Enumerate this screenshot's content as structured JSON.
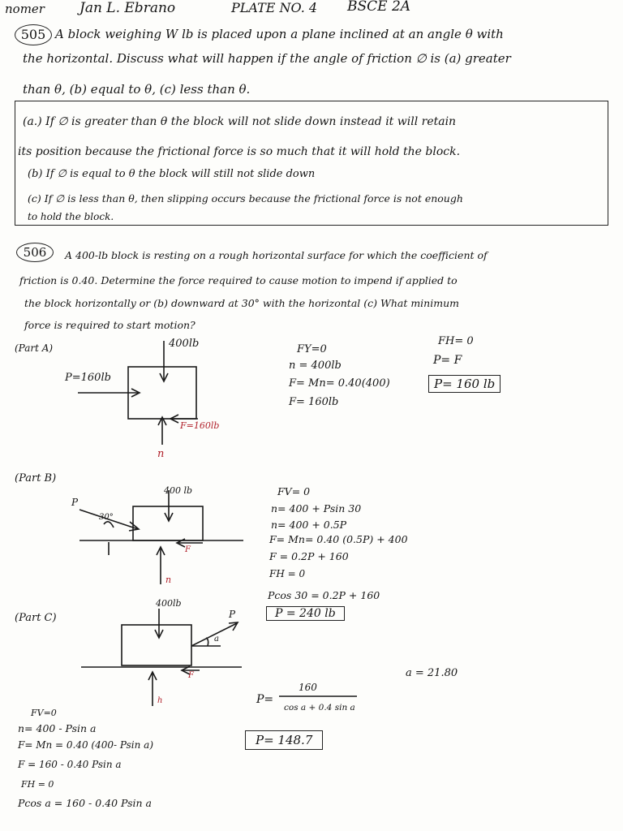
{
  "header": {
    "name_label": "nomer",
    "name": "Jan L. Ebrano",
    "plate": "PLATE NO. 4",
    "section": "BSCE 2A"
  },
  "p505": {
    "number": "505",
    "line1": "A block weighing W lb is placed upon a plane inclined at an angle θ with",
    "line2": "the horizontal. Discuss what will happen if the angle of friction ∅ is (a) greater",
    "line3": "than θ, (b) equal to θ, (c) less than θ.",
    "answer_a1": "(a.) If ∅ is greater than θ the block will not slide down instead it will retain",
    "answer_a2": "its position because the frictional force is so much that it will hold the block.",
    "answer_b": "(b) If ∅ is equal to θ the block will still not slide down",
    "answer_c1": "(c) If ∅ is less than θ, then slipping occurs because the frictional force is not enough",
    "answer_c2": "to hold the block."
  },
  "p506": {
    "number": "506",
    "line1": "A 400-lb block is resting on a rough horizontal surface for which the coefficient of",
    "line2": "friction is 0.40. Determine the force required to cause motion to impend if applied to",
    "line3": "the block horizontally or (b) downward at 30° with the horizontal (c) What minimum",
    "line4": "force is required to start motion?"
  },
  "partA": {
    "label": "(Part A)",
    "weight": "400lb",
    "p_label": "P=160lb",
    "f_label": "F=160lb",
    "n_label": "n",
    "eq1": "FY=0",
    "eq2": "n = 400lb",
    "eq3": "F= Mn= 0.40(400)",
    "eq4": "F= 160lb",
    "eq5": "FH= 0",
    "eq6": "P= F",
    "result": "P= 160 lb"
  },
  "partB": {
    "label": "(Part B)",
    "p_label": "P",
    "angle": "30°",
    "weight": "400 lb",
    "f_label": "F",
    "n_label": "n",
    "eq1": "FV= 0",
    "eq2": "n= 400 + Psin 30",
    "eq3": "n= 400 + 0.5P",
    "eq4": "F= Mn= 0.40 (0.5P) + 400",
    "eq5": "F = 0.2P + 160",
    "eq6": "FH = 0",
    "eq7": "Pcos 30 = 0.2P + 160",
    "result": "P = 240 lb"
  },
  "partC": {
    "label": "(Part C)",
    "weight": "400lb",
    "p_label": "P",
    "angle": "a",
    "f_label": "F",
    "n_label": "h",
    "a_value": "a = 21.80",
    "frac_label": "P=",
    "frac_num": "160",
    "frac_den": "cos a + 0.4 sin a",
    "result": "P= 148.7",
    "eq1": "FV=0",
    "eq2": "n= 400 - Psin a",
    "eq3": "F= Mn = 0.40 (400- Psin a)",
    "eq4": "F = 160 - 0.40 Psin a",
    "eq5": "FH = 0",
    "eq6": "Pcos a = 160 - 0.40 Psin a"
  }
}
